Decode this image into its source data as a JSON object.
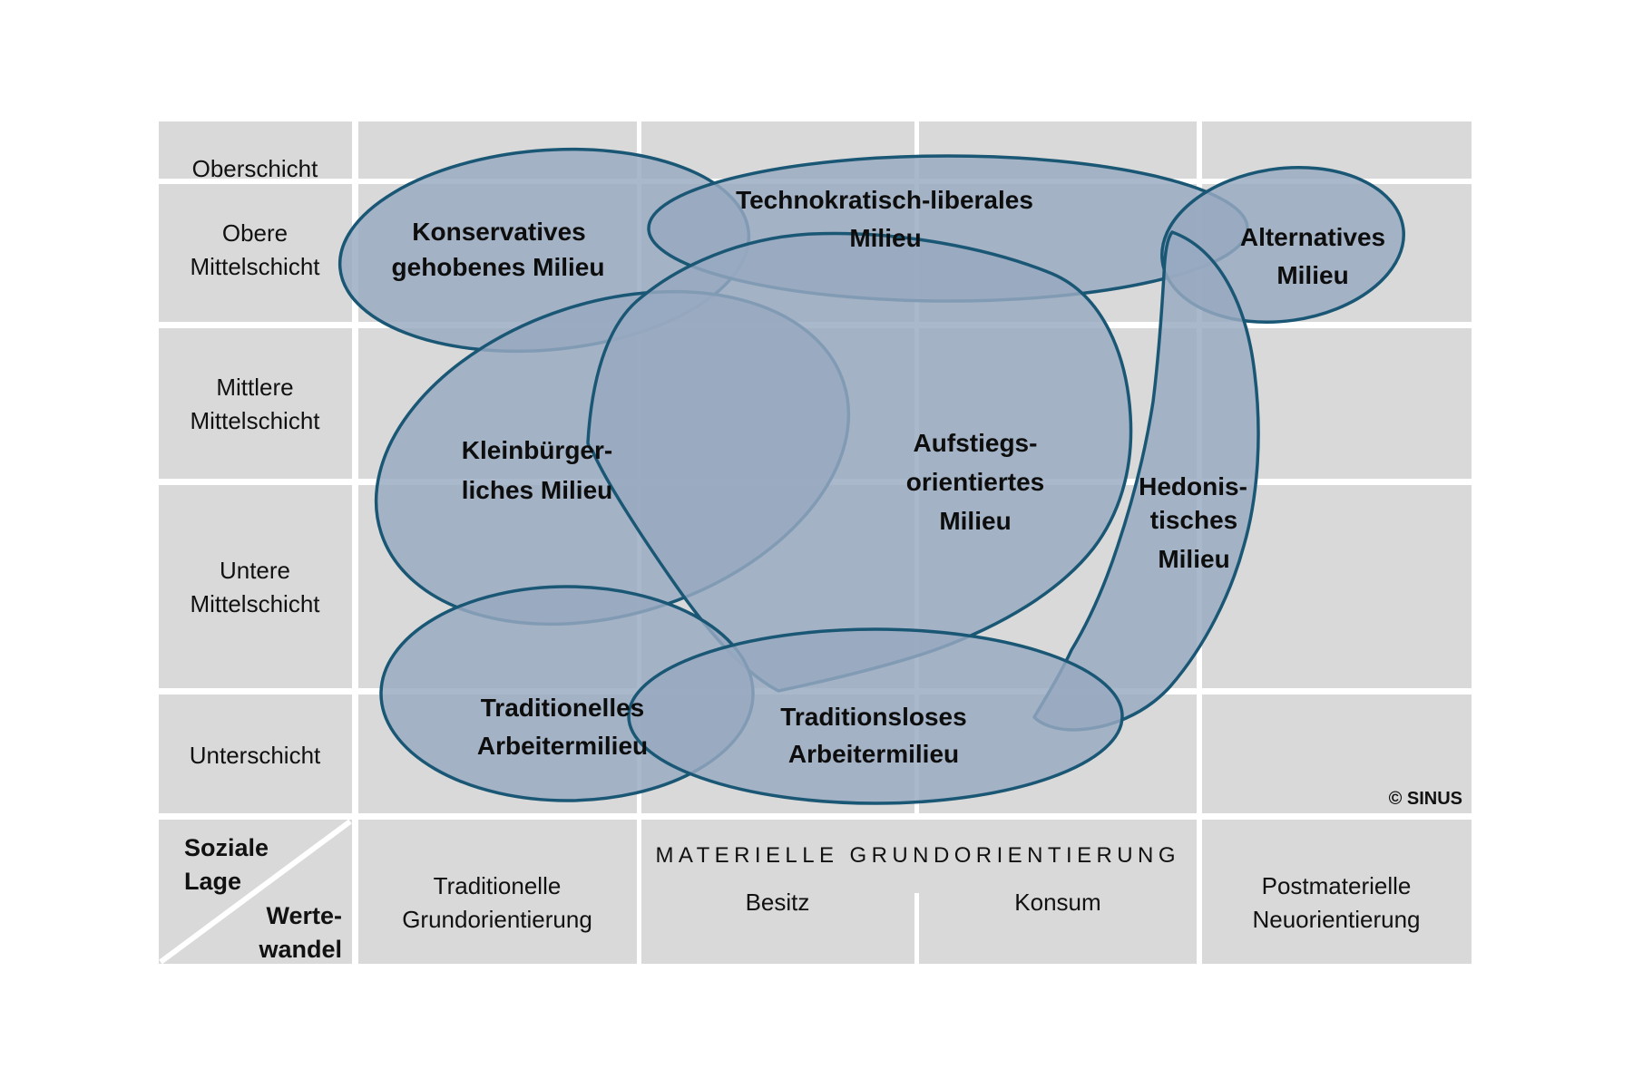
{
  "colors": {
    "cell": "#d9d9d9",
    "milieu_fill": "#98aac0",
    "milieu_stroke": "#1a5775",
    "gutter": "#ffffff",
    "text": "#111111"
  },
  "copyright": "© SINUS",
  "social_axis": {
    "strata": [
      {
        "lines": [
          "Oberschicht"
        ]
      },
      {
        "lines": [
          "Obere",
          "Mittelschicht"
        ]
      },
      {
        "lines": [
          "Mittlere",
          "Mittelschicht"
        ]
      },
      {
        "lines": [
          "Untere",
          "Mittelschicht"
        ]
      },
      {
        "lines": [
          "Unterschicht"
        ]
      }
    ],
    "corner": {
      "row_axis": [
        "Soziale",
        "Lage"
      ],
      "col_axis": [
        "Werte-",
        "wandel"
      ]
    }
  },
  "value_axis": {
    "traditional": [
      "Traditionelle",
      "Grundorientierung"
    ],
    "material_header": "MATERIELLE GRUNDORIENTIERUNG",
    "material_sub": [
      "Besitz",
      "Konsum"
    ],
    "postmaterial": [
      "Postmaterielle",
      "Neuorientierung"
    ]
  },
  "milieus": [
    {
      "id": "konservatives",
      "lines": [
        "Konservatives",
        "gehobenes Milieu"
      ]
    },
    {
      "id": "technokratisch-liberales",
      "lines": [
        "Technokratisch-liberales",
        "Milieu"
      ]
    },
    {
      "id": "alternatives",
      "lines": [
        "Alternatives",
        "Milieu"
      ]
    },
    {
      "id": "kleinbuergerliches",
      "lines": [
        "Kleinbürger-",
        "liches Milieu"
      ]
    },
    {
      "id": "aufstiegsorientiertes",
      "lines": [
        "Aufstiegs-",
        "orientiertes",
        "Milieu"
      ]
    },
    {
      "id": "hedonistisches",
      "lines": [
        "Hedonis-",
        "tisches",
        "Milieu"
      ]
    },
    {
      "id": "traditionelles-arbeitermilieu",
      "lines": [
        "Traditionelles",
        "Arbeitermilieu"
      ]
    },
    {
      "id": "traditionsloses-arbeitermilieu",
      "lines": [
        "Traditionsloses",
        "Arbeitermilieu"
      ]
    }
  ]
}
